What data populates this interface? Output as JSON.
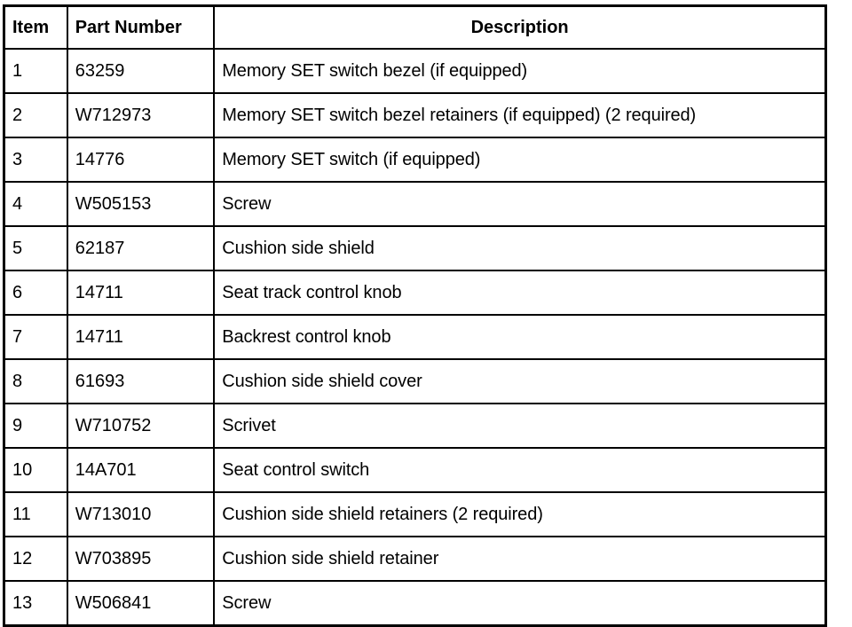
{
  "table": {
    "columns": [
      {
        "key": "item",
        "label": "Item",
        "align": "left"
      },
      {
        "key": "part_number",
        "label": "Part Number",
        "align": "left"
      },
      {
        "key": "description",
        "label": "Description",
        "align": "center"
      }
    ],
    "rows": [
      {
        "item": "1",
        "part_number": "63259",
        "description": "Memory SET switch bezel (if equipped)"
      },
      {
        "item": "2",
        "part_number": "W712973",
        "description": "Memory SET switch bezel retainers (if equipped) (2 required)"
      },
      {
        "item": "3",
        "part_number": "14776",
        "description": "Memory SET switch (if equipped)"
      },
      {
        "item": "4",
        "part_number": "W505153",
        "description": "Screw"
      },
      {
        "item": "5",
        "part_number": "62187",
        "description": "Cushion side shield"
      },
      {
        "item": "6",
        "part_number": "14711",
        "description": "Seat track control knob"
      },
      {
        "item": "7",
        "part_number": "14711",
        "description": "Backrest control knob"
      },
      {
        "item": "8",
        "part_number": "61693",
        "description": "Cushion side shield cover"
      },
      {
        "item": "9",
        "part_number": "W710752",
        "description": "Scrivet"
      },
      {
        "item": "10",
        "part_number": "14A701",
        "description": "Seat control switch"
      },
      {
        "item": "11",
        "part_number": "W713010",
        "description": "Cushion side shield retainers (2 required)"
      },
      {
        "item": "12",
        "part_number": "W703895",
        "description": "Cushion side shield retainer"
      },
      {
        "item": "13",
        "part_number": "W506841",
        "description": "Screw"
      }
    ]
  },
  "colors": {
    "border": "#000000",
    "text": "#000000",
    "background": "#ffffff"
  }
}
